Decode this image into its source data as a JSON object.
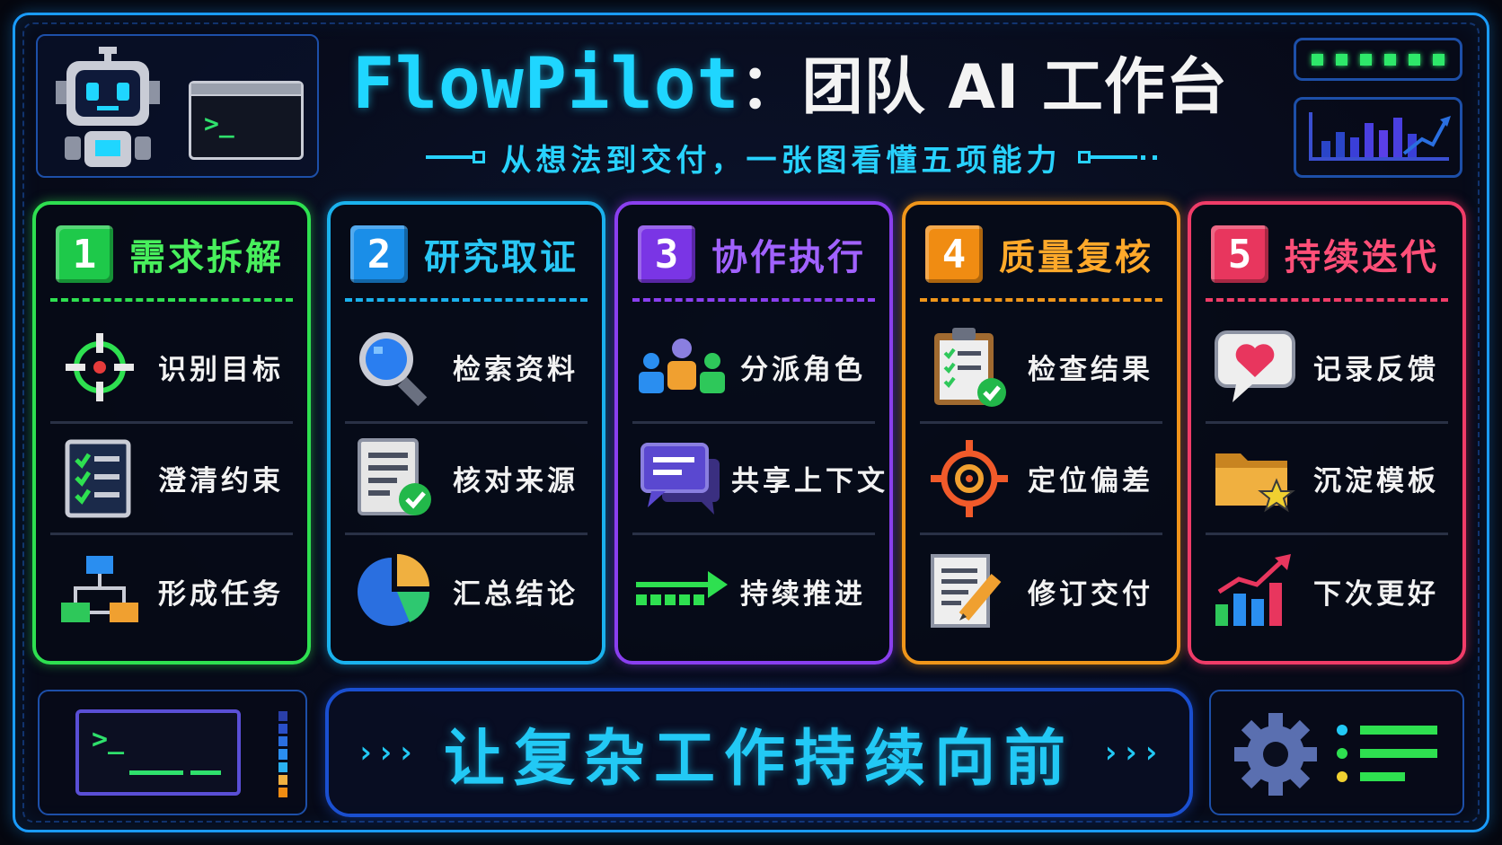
{
  "header": {
    "brand": "FlowPilot",
    "title_rest": "：团队 AI 工作台",
    "subtitle": "从想法到交付，一张图看懂五项能力",
    "terminal_prompt": ">_"
  },
  "cards": [
    {
      "number": "1",
      "title": "需求拆解",
      "color": "#2ee050",
      "items": [
        {
          "label": "识别目标",
          "icon": "crosshair-target-icon"
        },
        {
          "label": "澄清约束",
          "icon": "checklist-icon"
        },
        {
          "label": "形成任务",
          "icon": "flowchart-icon"
        }
      ]
    },
    {
      "number": "2",
      "title": "研究取证",
      "color": "#1ab2ee",
      "items": [
        {
          "label": "检索资料",
          "icon": "magnifier-icon"
        },
        {
          "label": "核对来源",
          "icon": "document-check-icon"
        },
        {
          "label": "汇总结论",
          "icon": "pie-chart-icon"
        }
      ]
    },
    {
      "number": "3",
      "title": "协作执行",
      "color": "#8a3ff0",
      "items": [
        {
          "label": "分派角色",
          "icon": "team-icon"
        },
        {
          "label": "共享上下文",
          "icon": "chat-bubble-icon"
        },
        {
          "label": "持续推进",
          "icon": "progress-arrow-icon"
        }
      ]
    },
    {
      "number": "4",
      "title": "质量复核",
      "color": "#f0961a",
      "items": [
        {
          "label": "检查结果",
          "icon": "clipboard-check-icon"
        },
        {
          "label": "定位偏差",
          "icon": "target-icon"
        },
        {
          "label": "修订交付",
          "icon": "document-pencil-icon"
        }
      ]
    },
    {
      "number": "5",
      "title": "持续迭代",
      "color": "#f03c68",
      "items": [
        {
          "label": "记录反馈",
          "icon": "heart-bubble-icon"
        },
        {
          "label": "沉淀模板",
          "icon": "folder-star-icon"
        },
        {
          "label": "下次更好",
          "icon": "growth-chart-icon"
        }
      ]
    }
  ],
  "footer": {
    "banner_text": "让复杂工作持续向前",
    "arrows_left": "›››",
    "arrows_right": "›››",
    "terminal_prompt": ">_"
  }
}
